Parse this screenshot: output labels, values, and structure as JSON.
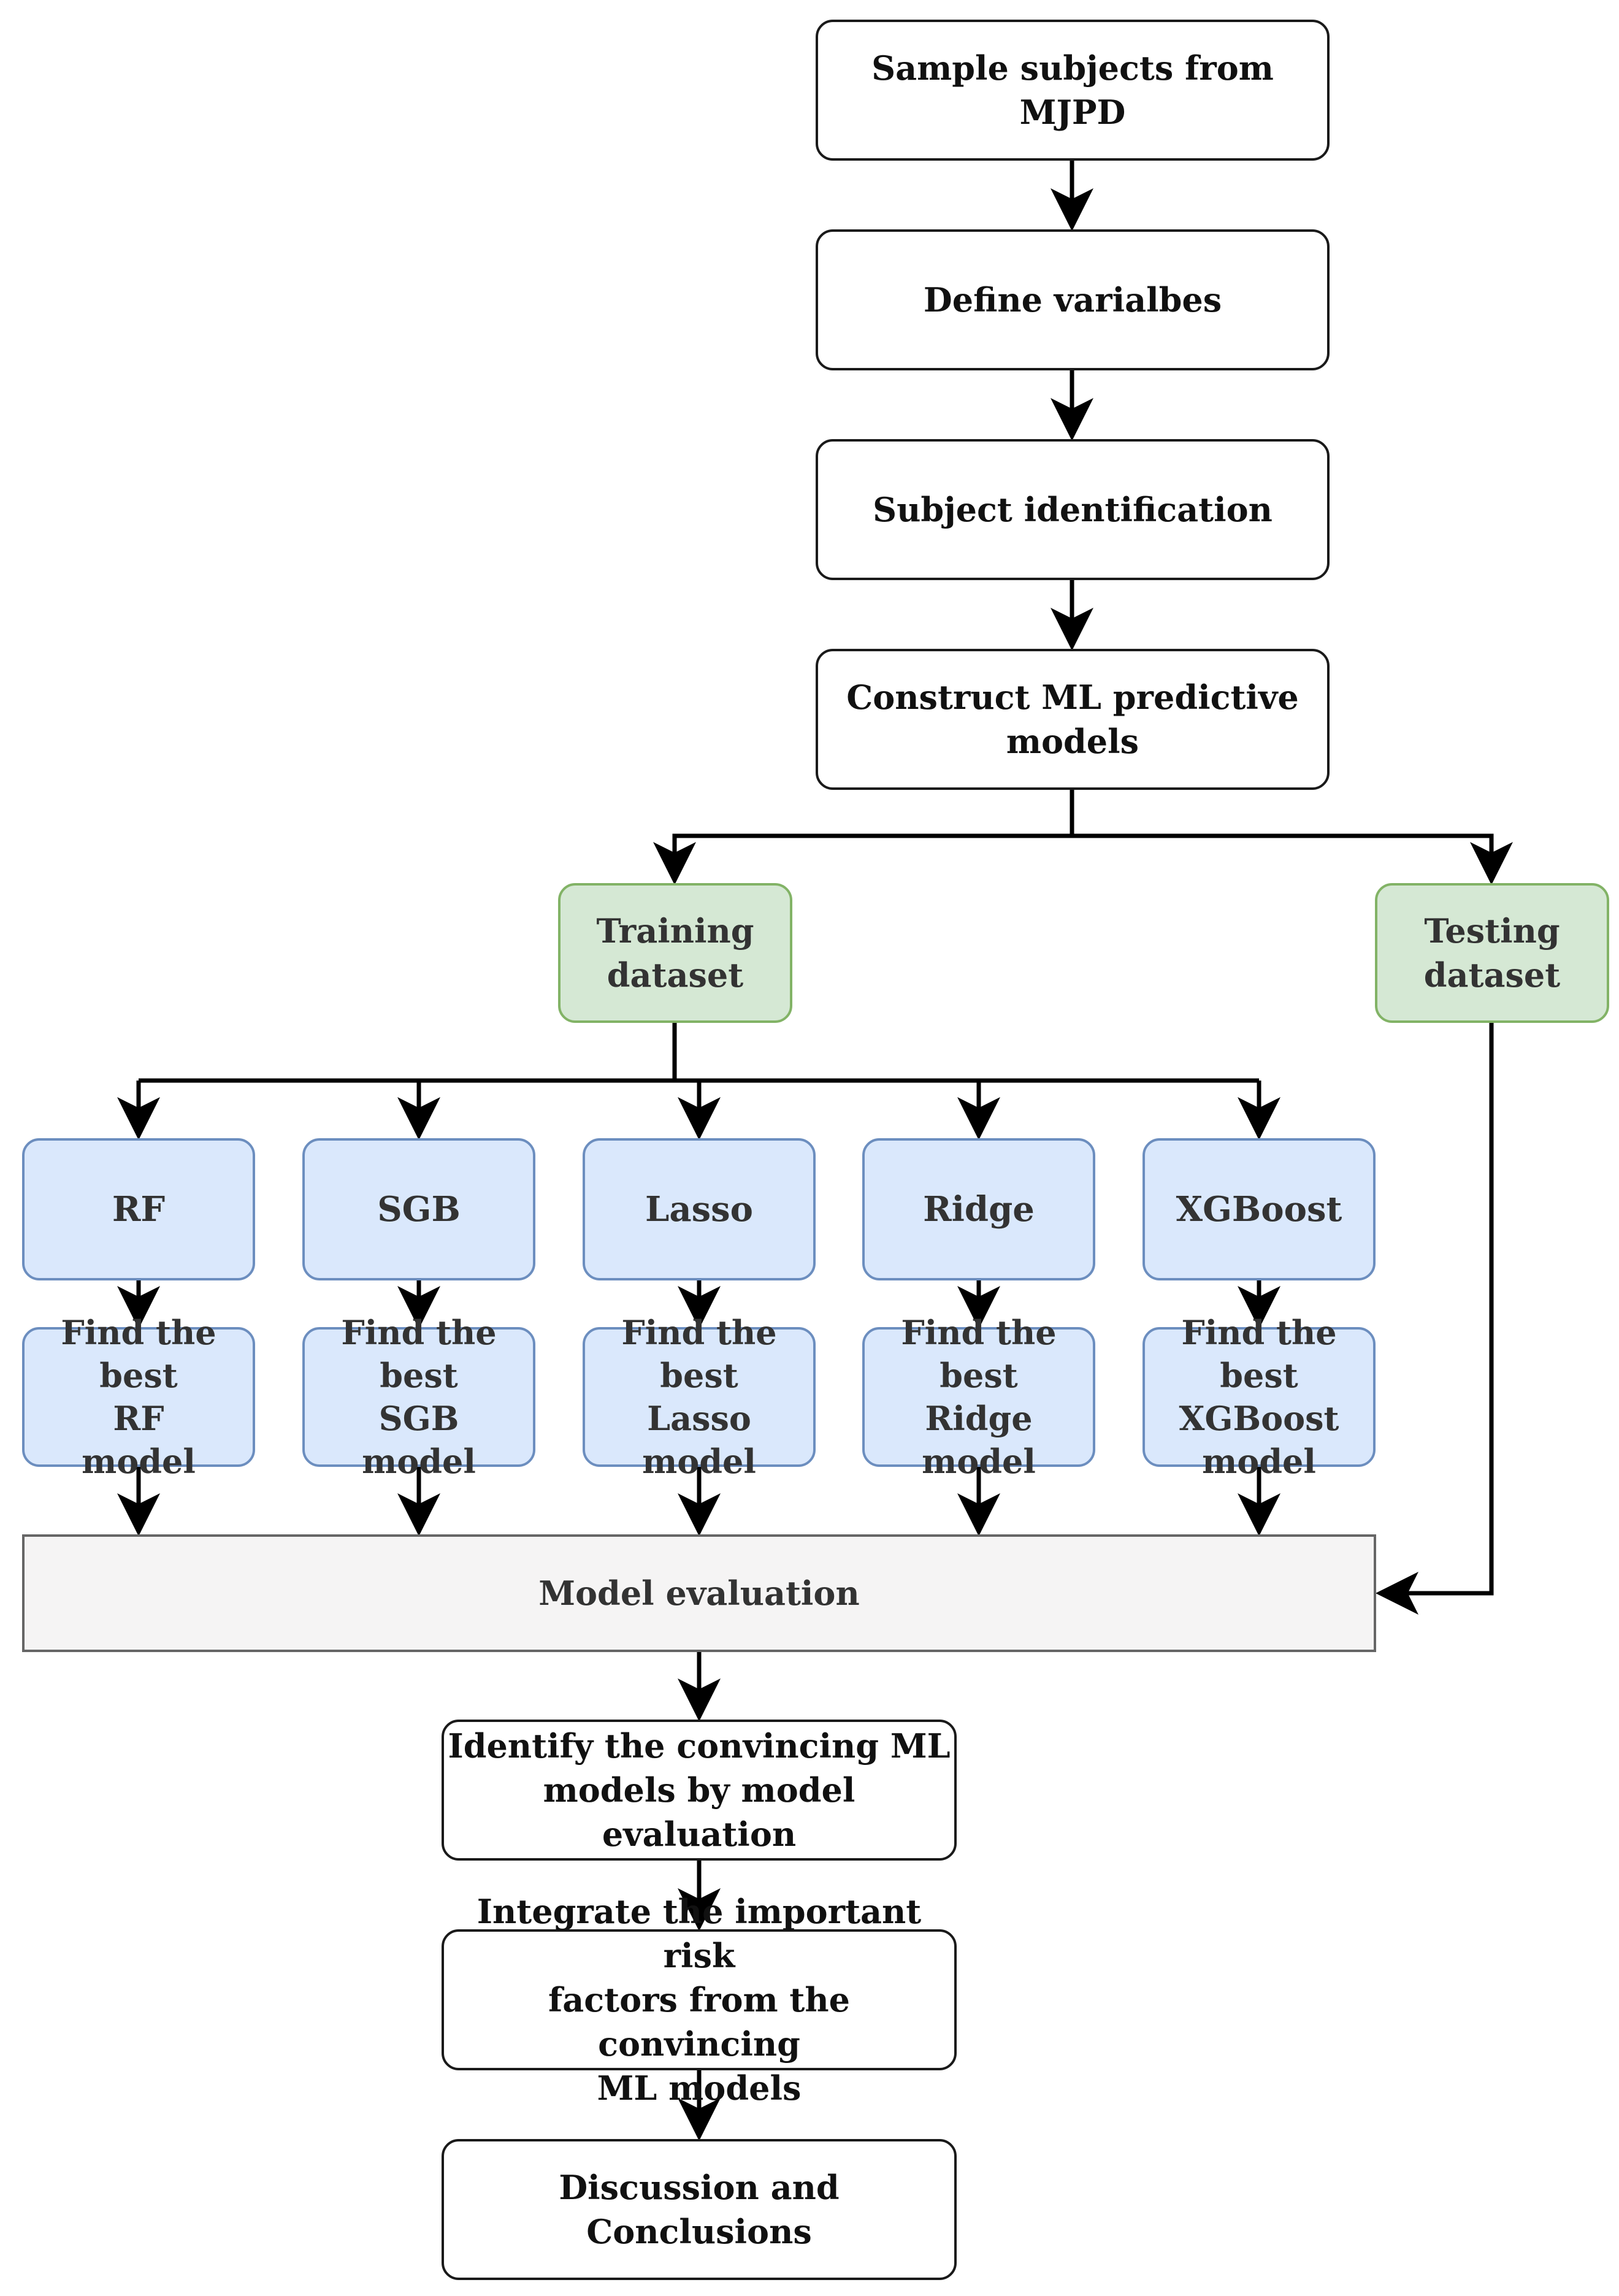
{
  "flow": {
    "sample": "Sample subjects from MJPD",
    "define": "Define varialbes",
    "identify_subject": "Subject identification",
    "construct": "Construct ML predictive\nmodels",
    "training": "Training\ndataset",
    "testing": "Testing\ndataset",
    "evaluation": "Model evaluation",
    "identify_models": "Identify the convincing ML\nmodels by model evaluation",
    "integrate": "Integrate the important risk\nfactors from the  convincing\nML models",
    "discussion": "Discussion and Conclusions"
  },
  "models": [
    {
      "name": "RF",
      "best": "Find the best\nRF\nmodel"
    },
    {
      "name": "SGB",
      "best": "Find the best\nSGB\nmodel"
    },
    {
      "name": "Lasso",
      "best": "Find the best\nLasso\nmodel"
    },
    {
      "name": "Ridge",
      "best": "Find the best\nRidge\nmodel"
    },
    {
      "name": "XGBoost",
      "best": "Find the best\nXGBoost\nmodel"
    }
  ],
  "colors": {
    "process_fill": "#ffffff",
    "dataset_fill": "#d5e8d4",
    "dataset_stroke": "#82b366",
    "model_fill": "#dae8fc",
    "model_stroke": "#6c8ebf",
    "evaluation_fill": "#f5f4f4",
    "arrow": "#000000"
  }
}
